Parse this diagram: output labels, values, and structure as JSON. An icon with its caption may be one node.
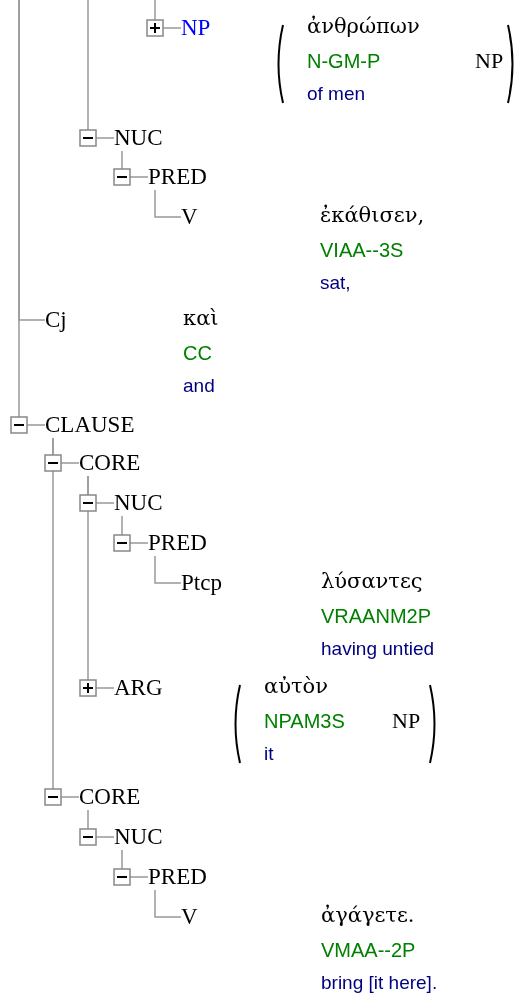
{
  "diagram": {
    "nodes": [
      {
        "text": [
          "NP"
        ],
        "beside": [
          "ἀνθρώπων",
          "N-GM-P",
          "of men",
          "NP"
        ]
      },
      {
        "text": [
          "NUC"
        ]
      },
      {
        "text": [
          "PRED"
        ]
      },
      {
        "text": [
          "V"
        ],
        "beside": [
          "ἐκάθισεν,",
          "VIAA--3S",
          "sat,"
        ]
      },
      {
        "text": [
          "Cj"
        ],
        "beside": [
          "καὶ",
          "CC",
          "and"
        ]
      },
      {
        "text": [
          "CLAUSE"
        ]
      },
      {
        "text": [
          "CORE"
        ]
      },
      {
        "text": [
          "NUC"
        ]
      },
      {
        "text": [
          "PRED"
        ]
      },
      {
        "text": [
          "Ptcp"
        ],
        "beside": [
          "λύσαντες",
          "VRAANM2P",
          "having untied"
        ]
      },
      {
        "text": [
          "ARG"
        ],
        "beside": [
          "αὐτὸν",
          "NPAM3S",
          "it",
          "NP"
        ]
      },
      {
        "text": [
          "CORE"
        ]
      },
      {
        "text": [
          "NUC"
        ]
      },
      {
        "text": [
          "PRED"
        ]
      },
      {
        "text": [
          "V"
        ],
        "beside": [
          "ἀγάγετε.",
          "VMAA--2P",
          "bring [it here]."
        ]
      }
    ],
    "edges": [
      {
        "from": null,
        "to": 0,
        "arrow": "none"
      },
      {
        "from": null,
        "to": 1,
        "arrow": "none"
      },
      {
        "from": 1,
        "to": 2,
        "arrow": "none"
      },
      {
        "from": 2,
        "to": 3,
        "arrow": "none"
      },
      {
        "from": null,
        "to": 4,
        "arrow": "none"
      },
      {
        "from": null,
        "to": 5,
        "arrow": "none"
      },
      {
        "from": 5,
        "to": 6,
        "arrow": "none"
      },
      {
        "from": 6,
        "to": 7,
        "arrow": "none"
      },
      {
        "from": 7,
        "to": 8,
        "arrow": "none"
      },
      {
        "from": 8,
        "to": 9,
        "arrow": "none"
      },
      {
        "from": 6,
        "to": 10,
        "arrow": "none"
      },
      {
        "from": 5,
        "to": 11,
        "arrow": "none"
      },
      {
        "from": 11,
        "to": 12,
        "arrow": "none"
      },
      {
        "from": 12,
        "to": 13,
        "arrow": "none"
      },
      {
        "from": 13,
        "to": 14,
        "arrow": "none"
      }
    ]
  }
}
